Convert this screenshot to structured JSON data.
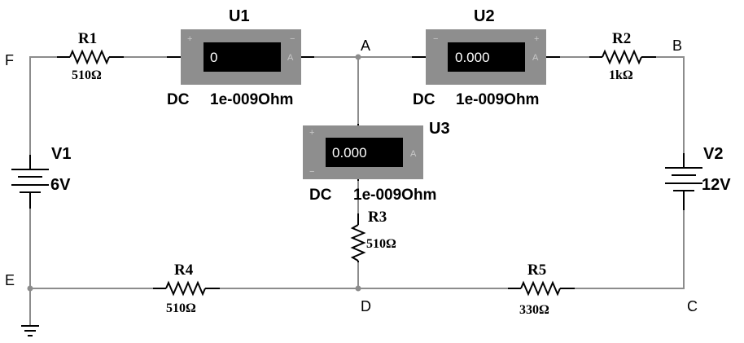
{
  "nodes": {
    "a": "A",
    "b": "B",
    "c": "C",
    "d": "D",
    "e": "E",
    "f": "F"
  },
  "resistors": {
    "r1": {
      "name": "R1",
      "value": "510Ω"
    },
    "r2": {
      "name": "R2",
      "value": "1kΩ"
    },
    "r3": {
      "name": "R3",
      "value": "510Ω"
    },
    "r4": {
      "name": "R4",
      "value": "510Ω"
    },
    "r5": {
      "name": "R5",
      "value": "330Ω"
    }
  },
  "sources": {
    "v1": {
      "name": "V1",
      "value": "6V"
    },
    "v2": {
      "name": "V2",
      "value": "12V"
    }
  },
  "meters": {
    "u1": {
      "name": "U1",
      "reading": "0",
      "mode": "DC",
      "resistance": "1e-009Ohm",
      "left_sym": "+",
      "right_sym": "−",
      "unit": "A"
    },
    "u2": {
      "name": "U2",
      "reading": "0.000",
      "mode": "DC",
      "resistance": "1e-009Ohm",
      "left_sym": "−",
      "right_sym": "+",
      "unit": "A"
    },
    "u3": {
      "name": "U3",
      "reading": "0.000",
      "mode": "DC",
      "resistance": "1e-009Ohm",
      "left_sym": "+",
      "right_sym": "−",
      "unit": "A"
    }
  },
  "colors": {
    "wire": "#8c8c8c",
    "meter_body": "#8e8e8e",
    "meter_screen": "#000000"
  }
}
